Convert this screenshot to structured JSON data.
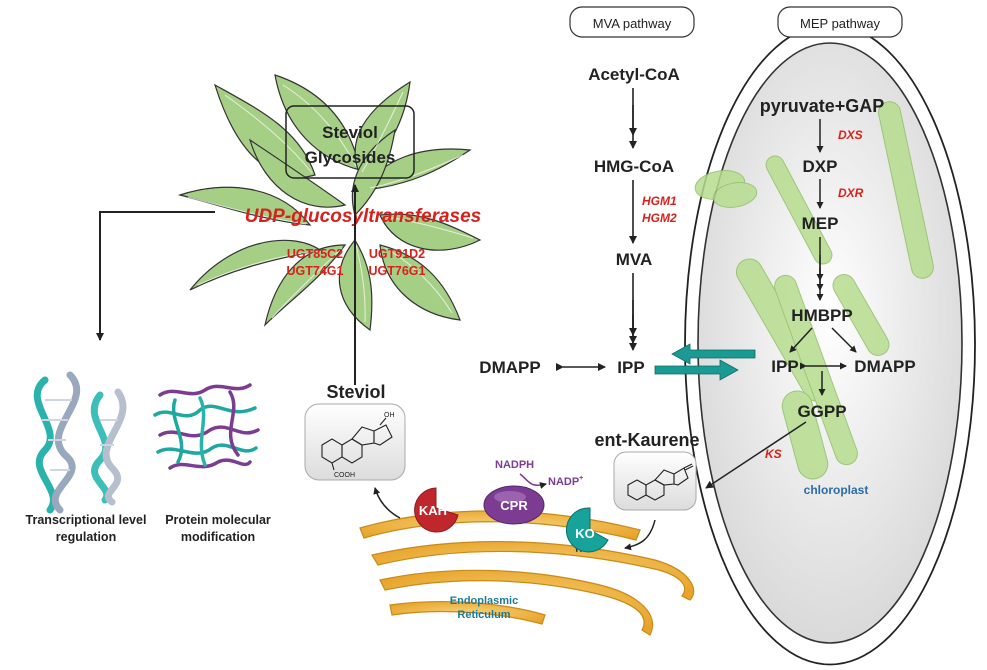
{
  "mva": {
    "title": "MVA pathway",
    "acetyl": "Acetyl-CoA",
    "hmg": "HMG-CoA",
    "hgm1": "HGM1",
    "hgm2": "HGM2",
    "mva": "MVA",
    "ipp": "IPP",
    "dmapp": "DMAPP"
  },
  "mep": {
    "title": "MEP pathway",
    "pyruvate": "pyruvate+GAP",
    "dxs": "DXS",
    "dxp": "DXP",
    "dxr": "DXR",
    "mep": "MEP",
    "hmbpp": "HMBPP",
    "ipp": "IPP",
    "dmapp": "DMAPP",
    "ggpp": "GGPP",
    "ks": "KS",
    "chloroplast": "chloroplast"
  },
  "leaf": {
    "title1": "Steviol",
    "title2": "Glycosides",
    "enzyme": "UDP-glucosyltransferases",
    "ugt1": "UGT85C2",
    "ugt2": "UGT91D2",
    "ugt3": "UGT74G1",
    "ugt4": "UGT76G1"
  },
  "lower": {
    "steviol": "Steviol",
    "oh": "OH",
    "cooh": "COOH",
    "kaurene": "ent-Kaurene",
    "nadph": "NADPH",
    "nadp": "NADP",
    "nadp_sup": "+",
    "kah": "KAH",
    "cpr": "CPR",
    "ko": "KO",
    "er1": "Endoplasmic",
    "er2": "Reticulum"
  },
  "regulation": {
    "transcriptional1": "Transcriptional level",
    "transcriptional2": "regulation",
    "protein1": "Protein molecular",
    "protein2": "modification"
  },
  "colors": {
    "enzyme_red": "#d9211c",
    "leaf_green": "#a6cf86",
    "teal_arrow": "#1a9a93",
    "er_orange": "#f2b43c",
    "kah_red": "#c0272d",
    "cpr_purple": "#7b3c92",
    "ko_teal": "#17a39a"
  }
}
